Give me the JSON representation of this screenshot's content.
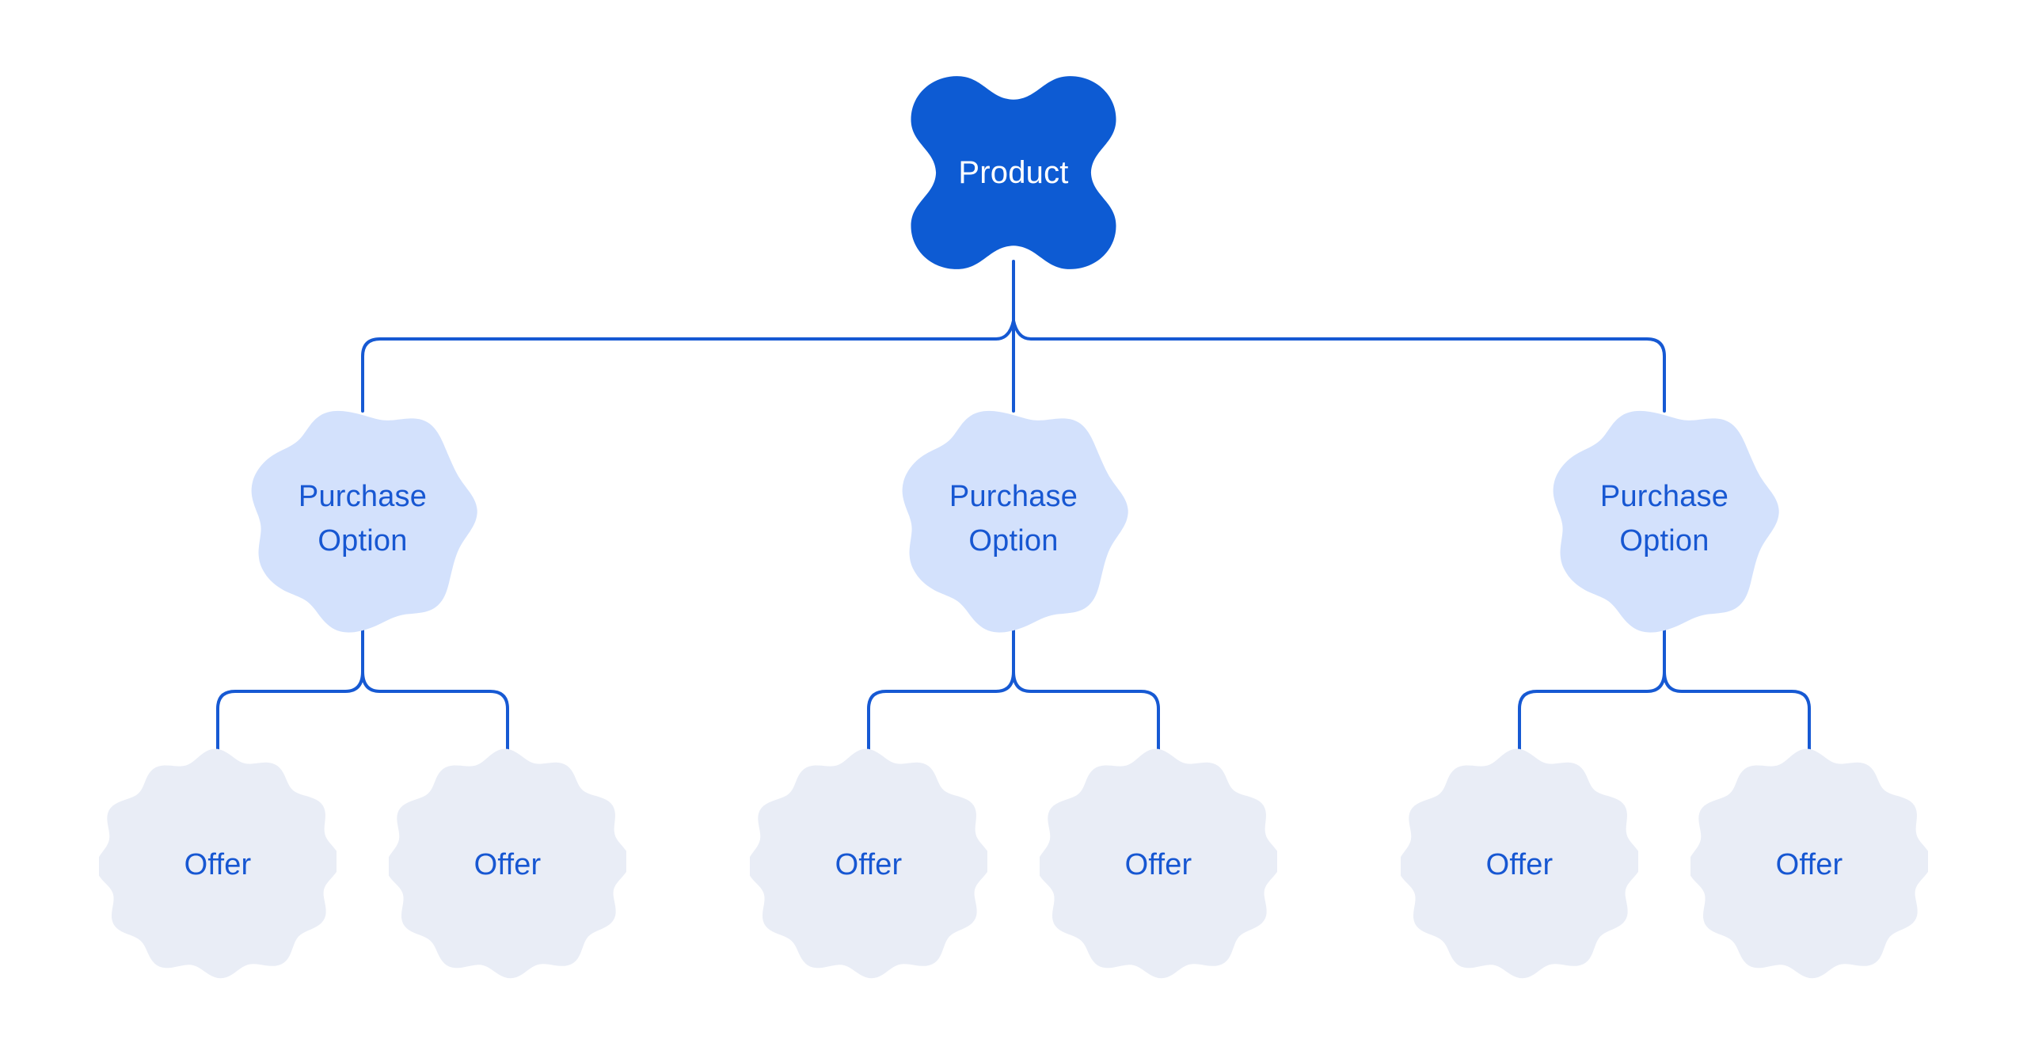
{
  "diagram": {
    "colors": {
      "background": "#ffffff",
      "connector": "#1659d3",
      "product_fill": "#0d5bd3",
      "product_text": "#ffffff",
      "purchase_fill": "#d3e1fc",
      "offer_fill": "#e9edf6",
      "node_text": "#1757d2"
    },
    "nodes": {
      "product": {
        "label": "Product"
      },
      "purchase_options": [
        {
          "label": "Purchase Option"
        },
        {
          "label": "Purchase Option"
        },
        {
          "label": "Purchase Option"
        }
      ],
      "offers": [
        {
          "label": "Offer"
        },
        {
          "label": "Offer"
        },
        {
          "label": "Offer"
        },
        {
          "label": "Offer"
        },
        {
          "label": "Offer"
        },
        {
          "label": "Offer"
        }
      ]
    }
  }
}
